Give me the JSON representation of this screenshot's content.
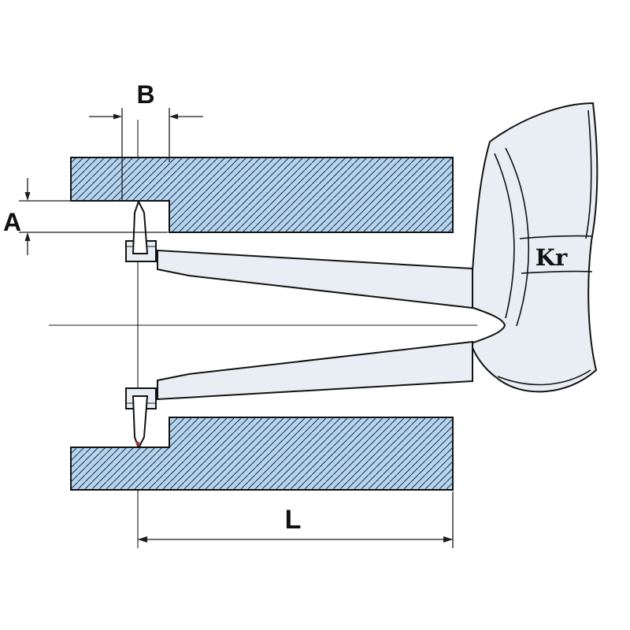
{
  "diagram": {
    "labels": {
      "dim_a": "A",
      "dim_b": "B",
      "dim_l": "L"
    },
    "brand_text": "Kr",
    "colors": {
      "background": "#ffffff",
      "workpiece_fill": "#b5d4ef",
      "hatch_line": "#22303c",
      "caliper_fill": "#e8eef3",
      "tip_fill": "#ffffff",
      "outline": "#121212",
      "dim_line": "#1c1c1c",
      "contact_dot": "#b03a2e"
    }
  }
}
